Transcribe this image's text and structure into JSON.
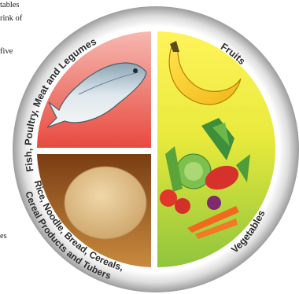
{
  "side_text": {
    "line1": "tables",
    "line2": "rink of",
    "line3": "five",
    "line4": "es"
  },
  "plate": {
    "segments": {
      "protein": "Fish, Poultry, Meat and Legumes",
      "fruits": "Fruits",
      "vegetables": "Vegetables",
      "carbs_line1": "Rice, Noodle, Bread, Cereals,",
      "carbs_line2": "Cereal Products and Tubers"
    }
  },
  "colors": {
    "protein_top": "#f6b8b0",
    "protein_bottom": "#e84a3f",
    "carbs_top": "#7a3d13",
    "carbs_bottom": "#c98a3e",
    "fruits_top": "#fff35a",
    "fruits_bottom": "#d6e23a",
    "veg_bottom": "#8fc43d"
  }
}
